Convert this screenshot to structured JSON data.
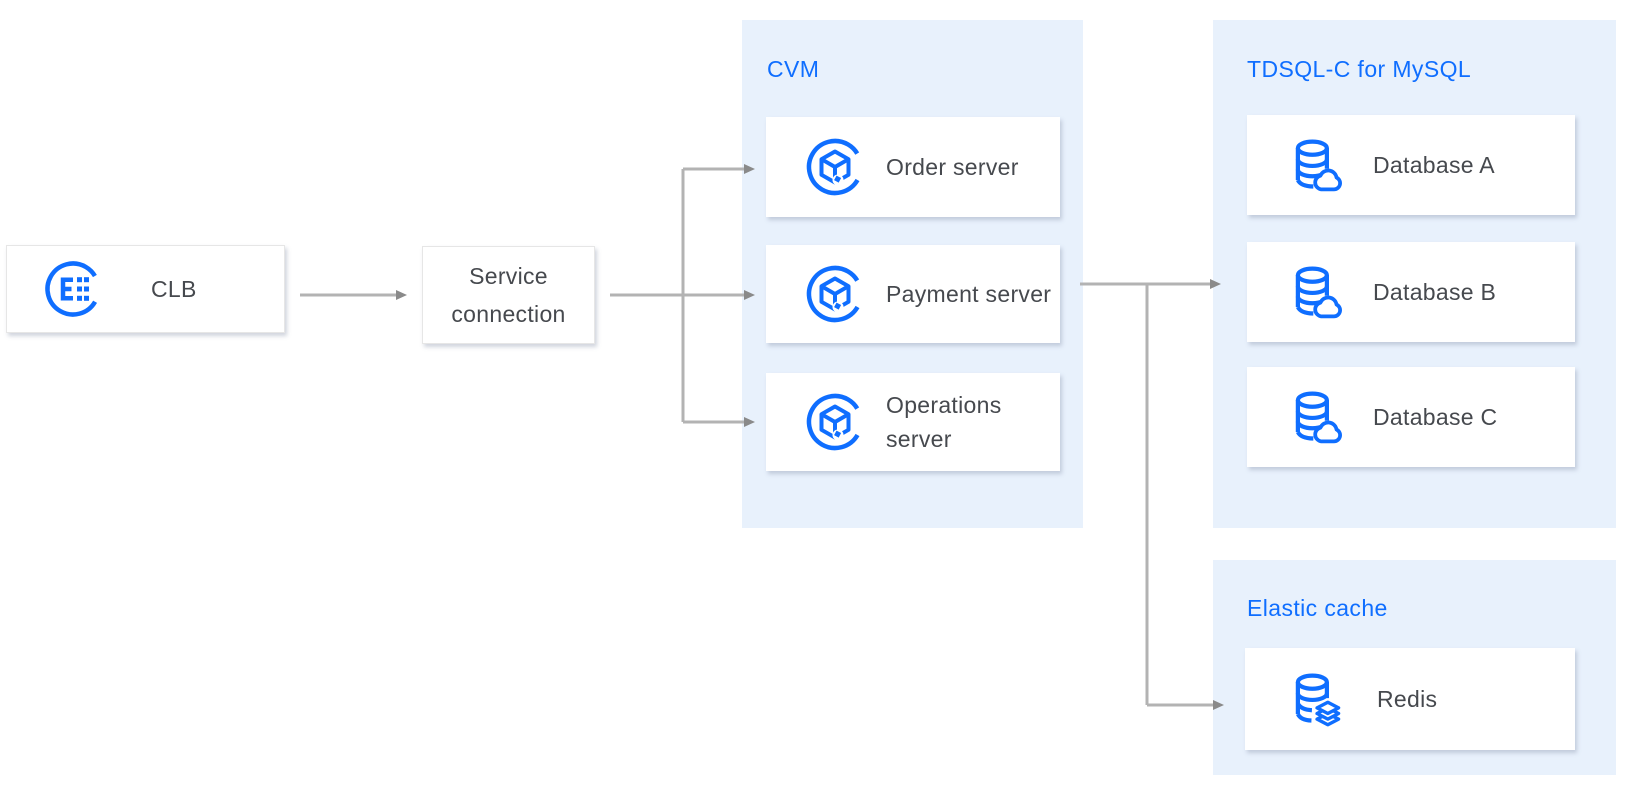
{
  "nodes": {
    "clb": {
      "label": "CLB"
    },
    "service": {
      "label": "Service connection"
    }
  },
  "groups": {
    "cvm": {
      "title": "CVM",
      "items": [
        {
          "label": "Order server"
        },
        {
          "label": "Payment server"
        },
        {
          "label": "Operations server"
        }
      ]
    },
    "tdsql": {
      "title": "TDSQL-C for MySQL",
      "items": [
        {
          "label": "Database A"
        },
        {
          "label": "Database B"
        },
        {
          "label": "Database C"
        }
      ]
    },
    "cache": {
      "title": "Elastic cache",
      "items": [
        {
          "label": "Redis"
        }
      ]
    }
  },
  "icons": {
    "clb": "load-balancer-broken-circle-icon",
    "cvm": "server-cube-broken-circle-icon",
    "database": "database-cylinder-cloud-icon",
    "redis": "database-cylinder-stack-icon"
  },
  "colors": {
    "accent_blue": "#0F6EFF",
    "group_background": "#E8F1FC",
    "label_gray": "#46494E",
    "connector_line": "#B3B3B3",
    "arrowhead": "#8A8A8A",
    "node_background": "#FFFFFF"
  },
  "connections": [
    {
      "from": "clb",
      "to": "service"
    },
    {
      "from": "service",
      "to": "order-server"
    },
    {
      "from": "service",
      "to": "payment-server"
    },
    {
      "from": "service",
      "to": "operations-server"
    },
    {
      "from": "payment-server",
      "to": "database-b"
    },
    {
      "from": "payment-server",
      "to": "redis"
    }
  ]
}
